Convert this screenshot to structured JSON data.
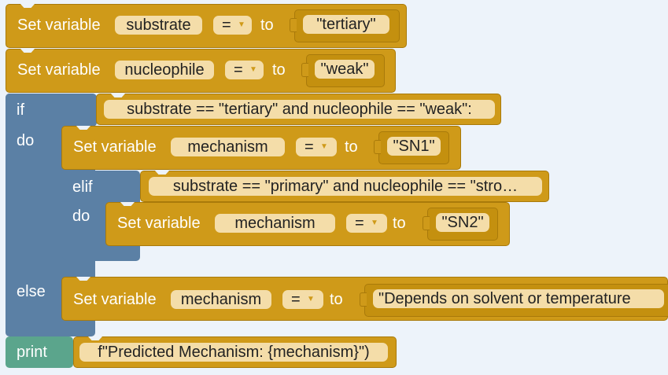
{
  "blocks": {
    "assign_substrate": {
      "label": "Set variable",
      "variable": "substrate",
      "op": "=",
      "to": "to",
      "value": "\"tertiary\""
    },
    "assign_nucleophile": {
      "label": "Set variable",
      "variable": "nucleophile",
      "op": "=",
      "to": "to",
      "value": "\"weak\""
    },
    "if_block": {
      "if_label": "if",
      "condition": "substrate == \"tertiary\" and nucleophile == \"weak\":",
      "do_label": "do",
      "set_sn1": {
        "label": "Set variable",
        "variable": "mechanism",
        "op": "=",
        "to": "to",
        "value": "\"SN1\""
      },
      "elif": {
        "elif_label": "elif",
        "condition": "substrate == \"primary\" and nucleophile == \"stro…",
        "do_label": "do",
        "set_sn2": {
          "label": "Set variable",
          "variable": "mechanism",
          "op": "=",
          "to": "to",
          "value": "\"SN2\""
        }
      },
      "else_label": "else",
      "set_else": {
        "label": "Set variable",
        "variable": "mechanism",
        "op": "=",
        "to": "to",
        "value": "\"Depends on solvent or temperature"
      }
    },
    "print_block": {
      "label": "print",
      "value": "f\"Predicted Mechanism: {mechanism}\")"
    }
  },
  "colors": {
    "variable_block": "#cf9a19",
    "control_block": "#5b80a5",
    "print_block": "#5ba58c",
    "field_bg": "#f4dda9",
    "canvas_bg": "#edf3fa"
  }
}
